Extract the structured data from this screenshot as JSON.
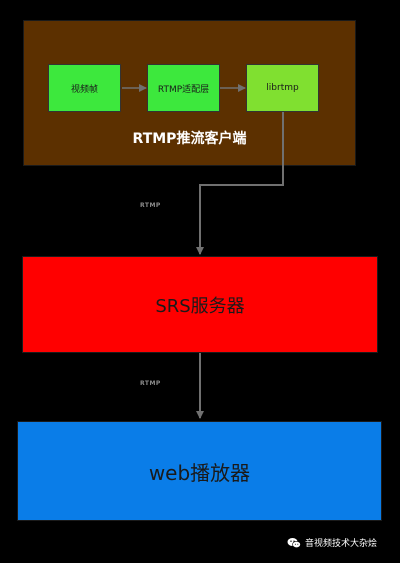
{
  "colors": {
    "background": "#000000",
    "client_fill": "#5c3000",
    "node_green": "#3de83d",
    "node_lime": "#80e030",
    "server_fill": "#ff0000",
    "player_fill": "#0a7de8",
    "wire": "#707070",
    "client_text": "#ffffff"
  },
  "client": {
    "caption": "RTMP推流客户端",
    "nodes": [
      {
        "label": "视频帧"
      },
      {
        "label": "RTMP适配层"
      },
      {
        "label": "librtmp"
      }
    ]
  },
  "edges": [
    {
      "label": "RTMP"
    },
    {
      "label": "RTMP"
    }
  ],
  "server": {
    "label": "SRS服务器"
  },
  "player": {
    "label": "web播放器"
  },
  "watermark": {
    "text": "音视频技术大杂烩",
    "icon": "wechat-icon"
  }
}
